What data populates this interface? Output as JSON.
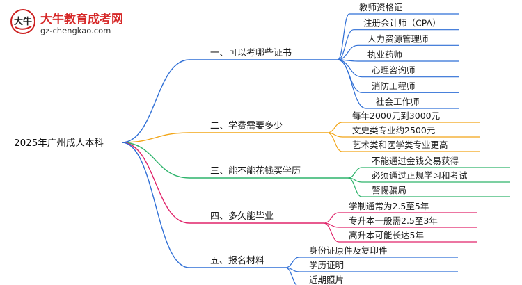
{
  "logo": {
    "mark_text": "大牛",
    "title": "大牛教育成考网",
    "url": "gz-chengkao.com",
    "title_color": "#d62828"
  },
  "root": {
    "label": "2025年广州成人本科"
  },
  "branches": [
    {
      "label": "一、可以考哪些证书",
      "color": "#2f6fd6",
      "leaves": [
        "教师资格证",
        "注册会计师（CPA）",
        "人力资源管理师",
        "执业药师",
        "心理咨询师",
        "消防工程师",
        "社会工作师"
      ]
    },
    {
      "label": "二、学费需要多少",
      "color": "#f2a516",
      "leaves": [
        "每年2000元到3000元",
        "文史类专业约2500元",
        "艺术类和医学类专业更高"
      ]
    },
    {
      "label": "三、能不能花钱买学历",
      "color": "#2db36b",
      "leaves": [
        "不能通过金钱交易获得",
        "必须通过正规学习和考试",
        "警惕骗局"
      ]
    },
    {
      "label": "四、多久能毕业",
      "color": "#e0246a",
      "leaves": [
        "学制通常为2.5至5年",
        "专升本一般需2.5至3年",
        "高升本可能长达5年"
      ]
    },
    {
      "label": "五、报名材料",
      "color": "#2f6fd6",
      "leaves": [
        "身份证原件及复印件",
        "学历证明",
        "近期照片"
      ]
    }
  ]
}
